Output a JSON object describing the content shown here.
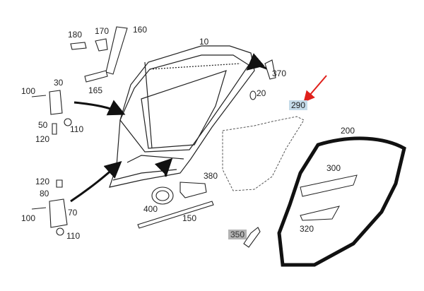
{
  "diagram": {
    "part_labels": [
      {
        "id": "p10",
        "text": "10"
      },
      {
        "id": "p20",
        "text": "20"
      },
      {
        "id": "p30",
        "text": "30"
      },
      {
        "id": "p50",
        "text": "50"
      },
      {
        "id": "p70",
        "text": "70"
      },
      {
        "id": "p80",
        "text": "80"
      },
      {
        "id": "p100a",
        "text": "100"
      },
      {
        "id": "p100b",
        "text": "100"
      },
      {
        "id": "p110a",
        "text": "110"
      },
      {
        "id": "p110b",
        "text": "110"
      },
      {
        "id": "p120a",
        "text": "120"
      },
      {
        "id": "p120b",
        "text": "120"
      },
      {
        "id": "p150",
        "text": "150"
      },
      {
        "id": "p160",
        "text": "160"
      },
      {
        "id": "p165",
        "text": "165"
      },
      {
        "id": "p170",
        "text": "170"
      },
      {
        "id": "p180",
        "text": "180"
      },
      {
        "id": "p200",
        "text": "200"
      },
      {
        "id": "p290",
        "text": "290"
      },
      {
        "id": "p300",
        "text": "300"
      },
      {
        "id": "p320",
        "text": "320"
      },
      {
        "id": "p350",
        "text": "350"
      },
      {
        "id": "p370",
        "text": "370"
      },
      {
        "id": "p380",
        "text": "380"
      },
      {
        "id": "p400",
        "text": "400"
      }
    ],
    "highlight_color": "#c5dbe9",
    "pointer_arrow_color": "#e0201b"
  }
}
